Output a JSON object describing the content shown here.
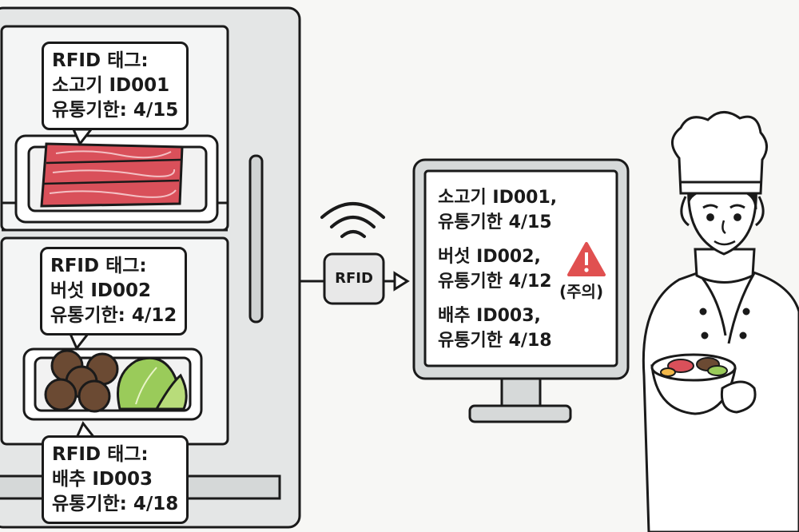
{
  "fridge": {
    "tags": [
      {
        "header": "RFID 태그:",
        "item": "소고기 ID001",
        "expiry": "유통기한: 4/15"
      },
      {
        "header": "RFID 태그:",
        "item": "버섯 ID002",
        "expiry": "유통기한: 4/12"
      },
      {
        "header": "RFID 태그:",
        "item": "배추 ID003",
        "expiry": "유통기한: 4/18"
      }
    ]
  },
  "reader": {
    "label": "RFID"
  },
  "monitor": {
    "entries": [
      {
        "line1": "소고기 ID001,",
        "line2": "유통기한 4/15"
      },
      {
        "line1": "버섯 ID002,",
        "line2": "유통기한 4/12"
      },
      {
        "line1": "배추 ID003,",
        "line2": "유통기한 4/18"
      }
    ],
    "warning": {
      "icon": "warning-icon",
      "label": "(주의)"
    }
  },
  "colors": {
    "outline": "#1a1a1a",
    "fridge": "#e4e6e6",
    "meat": "#d9505a",
    "mushroom": "#6b4a33",
    "cabbage": "#9acb5a",
    "warning": "#e05050"
  }
}
